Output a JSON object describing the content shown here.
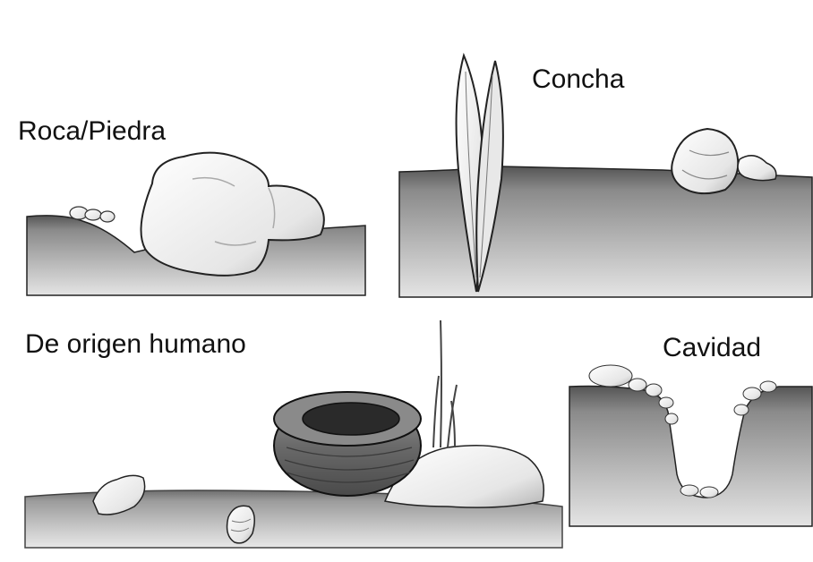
{
  "labels": {
    "rock": "Roca/Piedra",
    "shell": "Concha",
    "human": "De origen humano",
    "cavity": "Cavidad"
  },
  "colors": {
    "sediment_dark": "#6f6f6f",
    "sediment_mid": "#a6a6a6",
    "sediment_light": "#d9d9d9",
    "object_fill": "#f2f2f2",
    "outline": "#1a1a1a"
  },
  "icons": {
    "rock": "rock-icon",
    "razor_shell": "razor-shell-icon",
    "clam": "clam-icon",
    "tire": "tire-icon",
    "cavity": "cavity-icon"
  }
}
